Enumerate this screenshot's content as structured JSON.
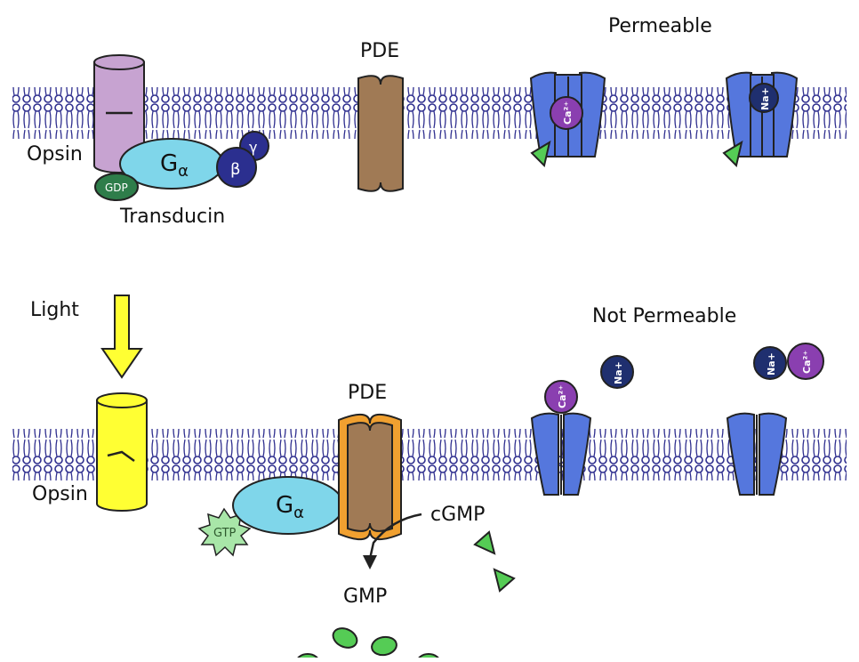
{
  "top_panel": {
    "channel_state": "Permeable",
    "opsin_label": "Opsin",
    "g_alpha": "G",
    "g_alpha_sub": "α",
    "beta": "β",
    "gamma": "γ",
    "gdp": "GDP",
    "transducin": "Transducin",
    "pde": "PDE",
    "ion_ca": "Ca²⁺",
    "ion_na": "Na+"
  },
  "bottom_panel": {
    "light": "Light",
    "channel_state": "Not Permeable",
    "opsin_label": "Opsin",
    "g_alpha": "G",
    "g_alpha_sub": "α",
    "gtp": "GTP",
    "pde": "PDE",
    "cgmp": "cGMP",
    "gmp": "GMP",
    "ion_ca": "Ca²⁺",
    "ion_na": "Na+"
  },
  "colors": {
    "membrane": "#2f2f8f",
    "opsin_inactive": "#c7a3d1",
    "opsin_active": "#ffff33",
    "g_alpha": "#7fd6ea",
    "beta_gamma": "#2b2f8f",
    "gdp": "#2e7d4a",
    "gtp": "#a8e6a8",
    "pde": "#a07a55",
    "pde_active_rim": "#f0a030",
    "channel": "#5577dd",
    "calcium": "#8a3fb0",
    "sodium": "#1f2f6f",
    "cgmp": "#55cc55",
    "gmp": "#55cc55"
  }
}
